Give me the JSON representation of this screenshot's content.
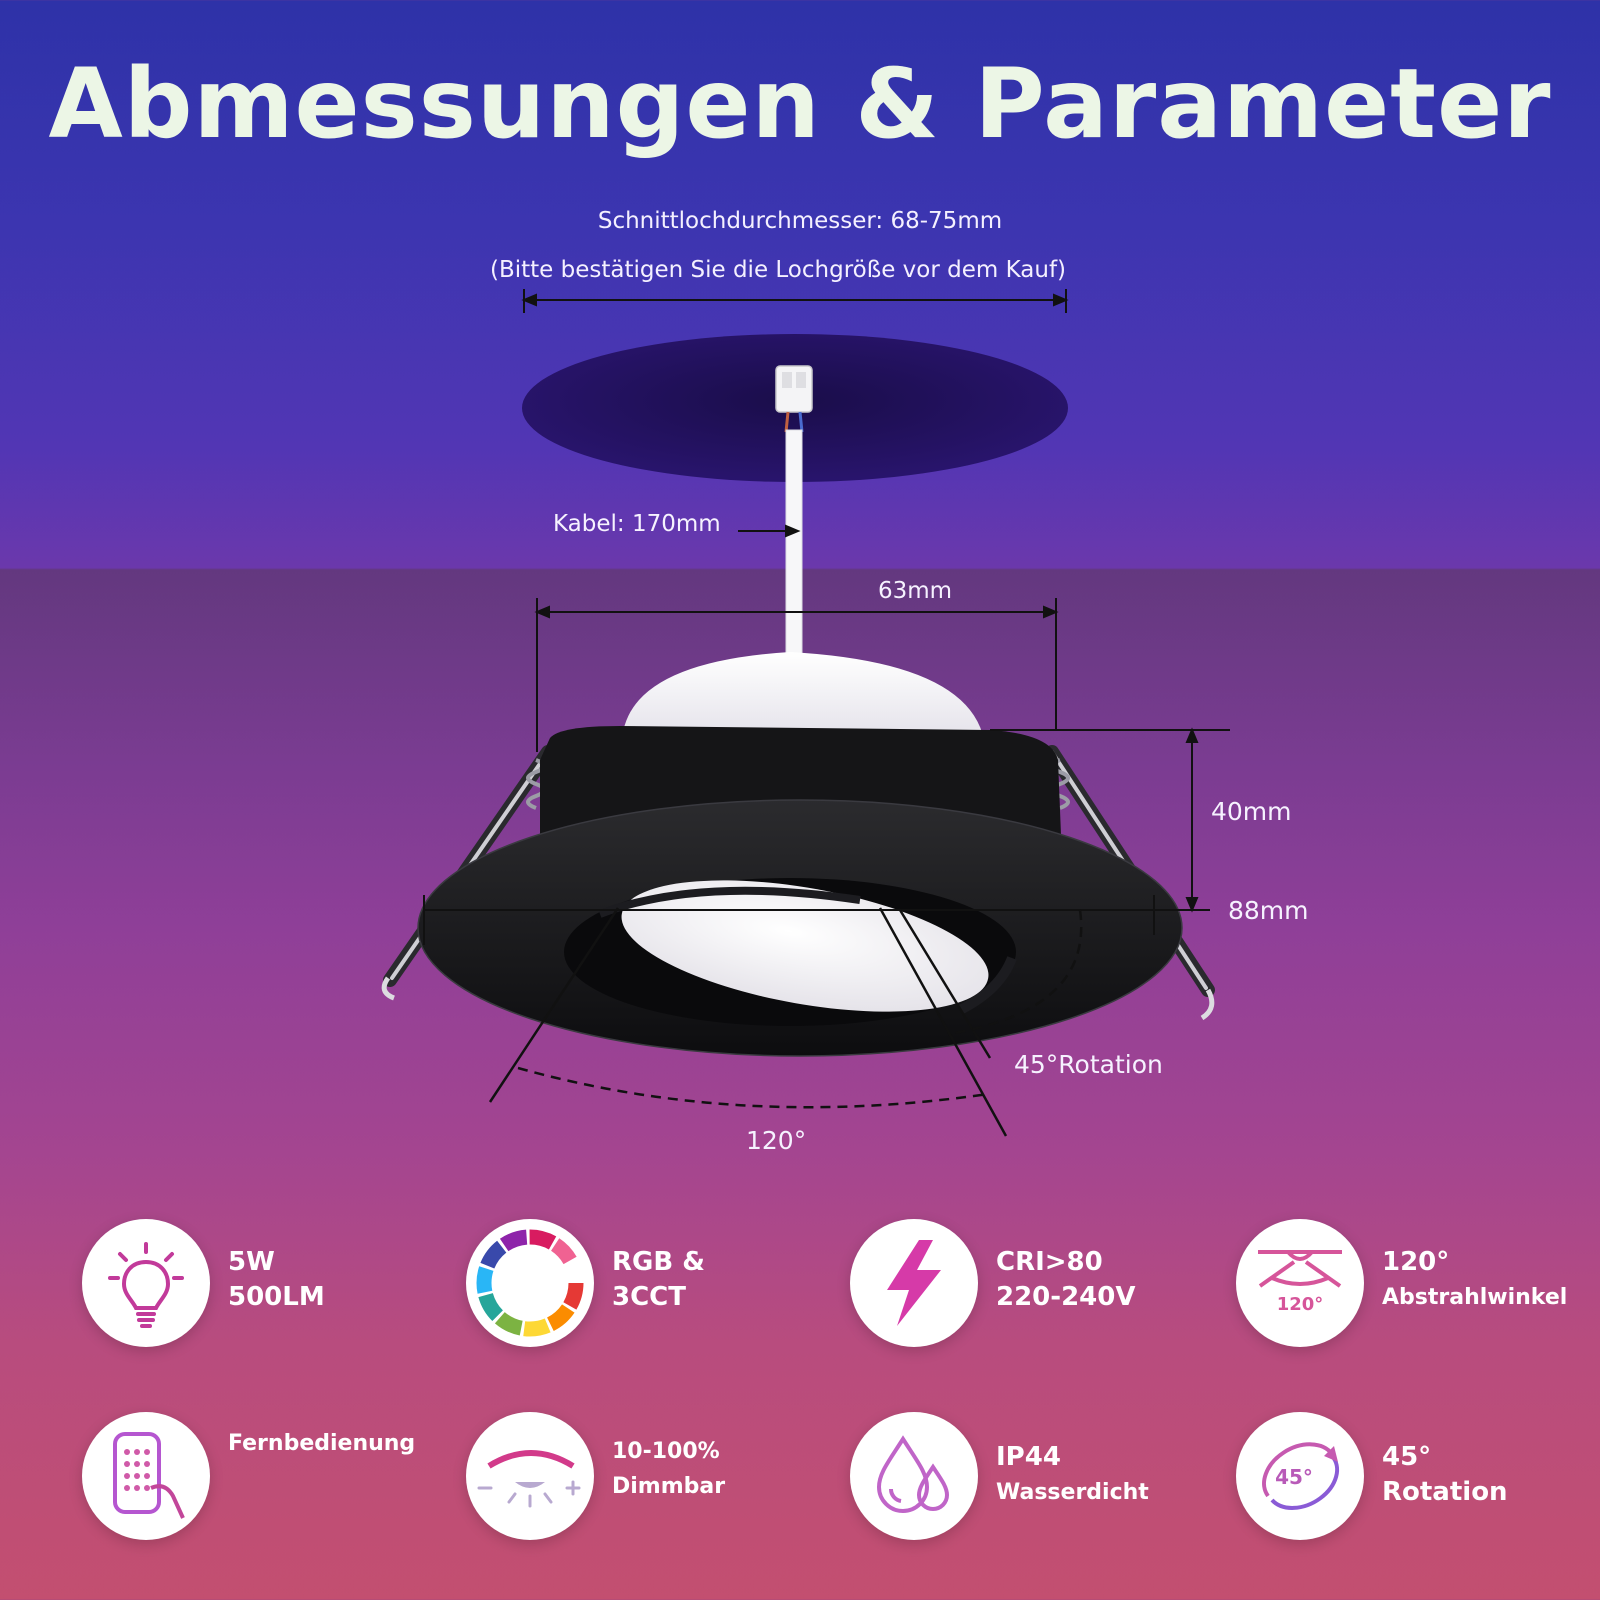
{
  "title": "Abmessungen & Parameter",
  "hole": {
    "diameter": "Schnittlochdurchmesser: 68-75mm",
    "note": "(Bitte bestätigen Sie die Lochgröße vor dem Kauf)"
  },
  "dimensions": {
    "cable": "Kabel: 170mm",
    "top_width": "63mm",
    "height": "40mm",
    "outer_width": "88mm",
    "rotation": "45°Rotation",
    "beam": "120°"
  },
  "features": [
    {
      "icon": "lightbulb-icon",
      "line1": "5W",
      "line2": "500LM"
    },
    {
      "icon": "color-wheel-icon",
      "line1": "RGB &",
      "line2": "3CCT"
    },
    {
      "icon": "lightning-icon",
      "line1": "CRI>80",
      "line2": "220-240V"
    },
    {
      "icon": "beam-angle-icon",
      "line1": "120°",
      "line2": "Abstrahlwinkel",
      "icon_label": "120°"
    },
    {
      "icon": "remote-control-icon",
      "line1": "Fernbedienung",
      "line2": ""
    },
    {
      "icon": "dimmer-icon",
      "line1": "10-100%",
      "line2": "Dimmbar"
    },
    {
      "icon": "water-drop-icon",
      "line1": "IP44",
      "line2": "Wasserdicht"
    },
    {
      "icon": "rotation-icon",
      "line1": "45°",
      "line2": "Rotation",
      "icon_label": "45°"
    }
  ]
}
